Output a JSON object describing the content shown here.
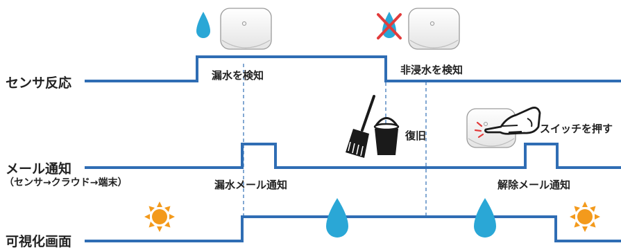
{
  "rows": {
    "sensor": "センサ反応",
    "mail": "メール通知",
    "mail_sub": "（センサ→クラウド→端末）",
    "visual": "可視化画面"
  },
  "events": {
    "leak_detect": "漏水を検知",
    "no_leak_detect": "非浸水を検知",
    "recovery": "復旧",
    "press_switch": "スイッチを押す",
    "leak_mail": "漏水メール通知",
    "release_mail": "解除メール通知"
  },
  "colors": {
    "signal": "#2f6db4",
    "water": "#2aa7d6",
    "sun": "#f39a1c",
    "cross": "#e23b3b",
    "black": "#1a1a1a"
  },
  "icons": [
    "water-drop-icon",
    "sensor-device-icon",
    "no-water-icon",
    "broom-icon",
    "bucket-icon",
    "hand-press-icon",
    "sun-icon"
  ]
}
